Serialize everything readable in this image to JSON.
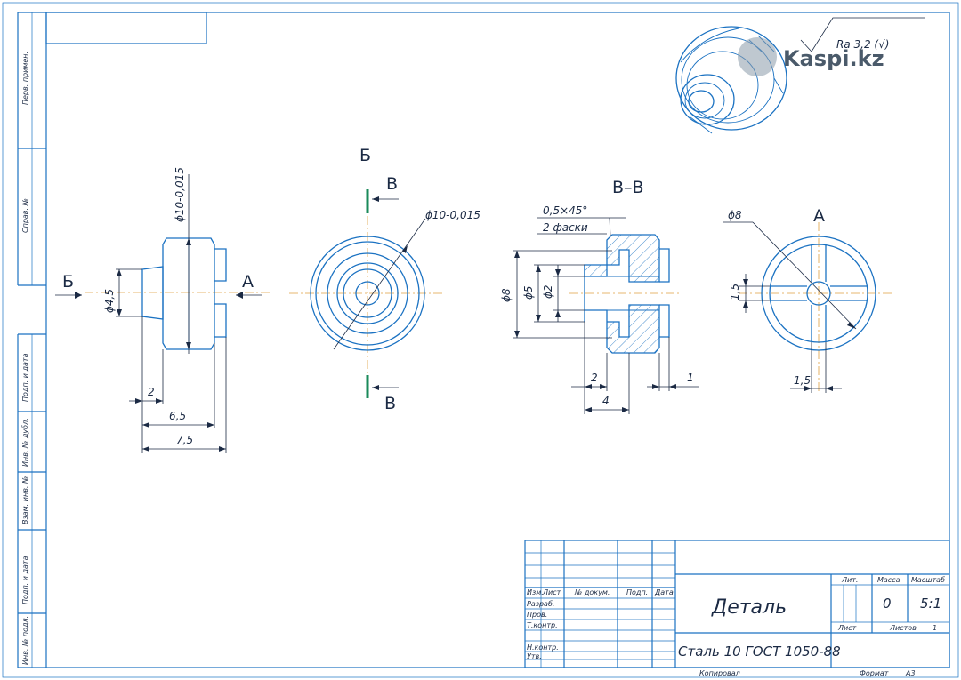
{
  "section_labels": {
    "view_b": "Б",
    "view_a": "А",
    "section_vv": "В–В",
    "cut_mark": "В"
  },
  "dimensions": {
    "side_diameter": "ϕ10-0,015",
    "side_hub_diameter": "ϕ4,5",
    "len_2": "2",
    "len_6_5": "6,5",
    "len_7_5": "7,5",
    "front_diameter": "ϕ10-0,015",
    "chamfer": "0,5×45°",
    "chamfer_count": "2 фаски",
    "sec_d8": "ϕ8",
    "sec_d5": "ϕ5",
    "sec_d2": "ϕ2",
    "sec_len_2": "2",
    "sec_len_4": "4",
    "sec_len_1": "1",
    "a_d8": "ϕ8",
    "a_slot_v": "1,5",
    "a_slot_h": "1,5"
  },
  "roughness": "Ra 3,2 (√)",
  "watermark": "Kaspi.kz",
  "side_stamp": [
    "Перв. примен.",
    "Справ. №",
    "Подп. и дата",
    "Инв. № дубл.",
    "Взам. инв. №",
    "Подп. и дата",
    "Инв. № подл."
  ],
  "title_block": {
    "headers": [
      "Изм.",
      "Лист",
      "№ докум.",
      "Подп.",
      "Дата"
    ],
    "rows": [
      "Разраб.",
      "Пров.",
      "Т.контр.",
      "",
      "Н.контр.",
      "Утв."
    ],
    "name": "Деталь",
    "material": "Сталь 10  ГОСТ 1050-88",
    "lit": "Лит.",
    "mass": "Масса",
    "scale": "Масштаб",
    "mass_value": "0",
    "scale_value": "5:1",
    "sheet": "Лист",
    "sheets": "Листов",
    "sheets_value": "1",
    "copied": "Копировал",
    "format": "Формат",
    "format_value": "А3"
  }
}
